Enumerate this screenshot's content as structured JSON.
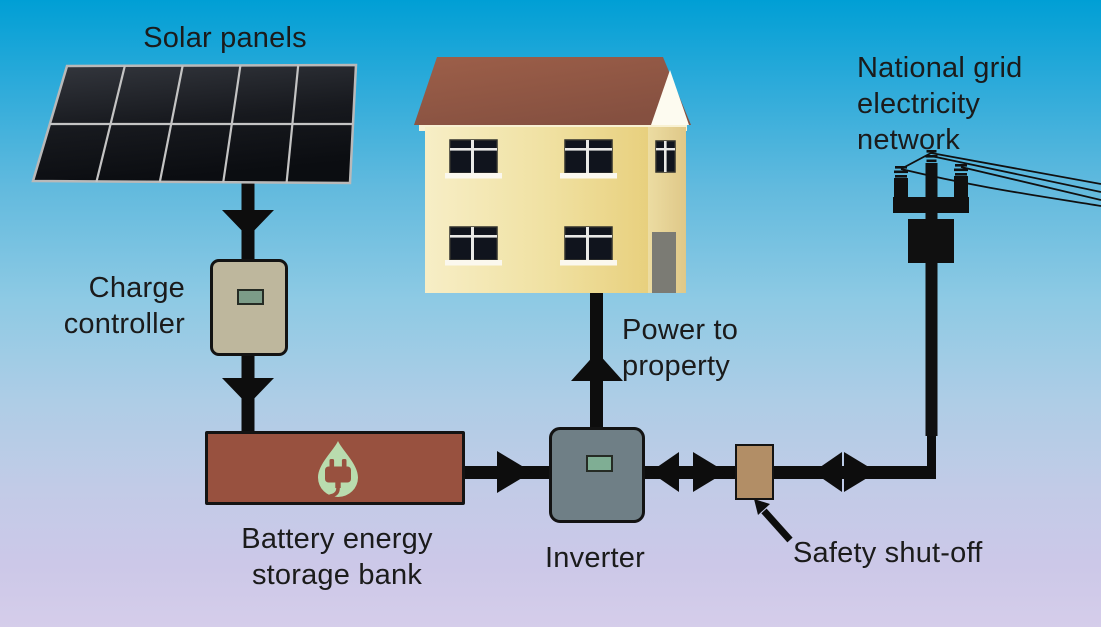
{
  "title": "Home solar battery storage system diagram",
  "nodes": {
    "solar_panels": {
      "label": "Solar panels"
    },
    "charge_controller": {
      "label": "Charge controller"
    },
    "battery_bank": {
      "label": "Battery energy storage bank",
      "icon": "leaf-plug-icon"
    },
    "inverter": {
      "label": "Inverter"
    },
    "power_to_property": {
      "label": "Power to property"
    },
    "safety_shutoff": {
      "label": "Safety shut-off"
    },
    "national_grid": {
      "label": "National grid electricity network"
    }
  },
  "flows": [
    {
      "from": "solar_panels",
      "to": "charge_controller",
      "direction": "one-way-down"
    },
    {
      "from": "charge_controller",
      "to": "battery_bank",
      "direction": "one-way-down"
    },
    {
      "from": "battery_bank",
      "to": "inverter",
      "direction": "one-way-right"
    },
    {
      "from": "inverter",
      "to": "house",
      "direction": "one-way-up"
    },
    {
      "from": "inverter",
      "to": "safety_shutoff",
      "direction": "two-way"
    },
    {
      "from": "safety_shutoff",
      "to": "national_grid",
      "direction": "two-way"
    }
  ],
  "colors": {
    "background_top": "#009fd5",
    "background_bottom": "#d5cdea",
    "line_black": "#0d0d0d",
    "battery_box": "#98513f",
    "inverter_box": "#6f7f86",
    "charge_controller_box": "#beb79d",
    "safety_box": "#b28e66",
    "display_green": "#7fae94",
    "leaf_green": "#b9dcae",
    "house_wall": "#f1e2a4",
    "house_roof": "#935742",
    "solar_cell": "#15171c"
  }
}
